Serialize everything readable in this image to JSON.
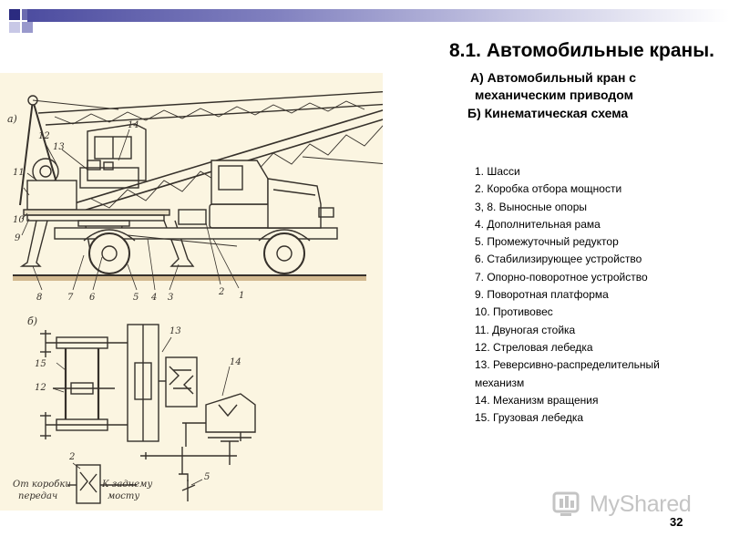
{
  "slide": {
    "title": "8.1. Автомобильные краны.",
    "subtitle_a_line1": "А) Автомобильный кран с",
    "subtitle_a_line2": "механическим приводом",
    "subtitle_b": "Б) Кинематическая схема",
    "page_number": "32"
  },
  "legend": [
    "1. Шасси",
    "2. Коробка отбора мощности",
    "3, 8. Выносные опоры",
    "4. Дополнительная рама",
    "5. Промежуточный редуктор",
    "6. Стабилизирующее устройство",
    "7. Опорно-поворотное устройство",
    "9. Поворотная платформа",
    "10. Противовес",
    "11. Двуногая стойка",
    "12. Стреловая лебедка",
    "13. Реверсивно-распределительный механизм",
    "14. Механизм вращения",
    "15. Грузовая лебедка"
  ],
  "drawing_a": {
    "label": "а)",
    "callouts": [
      "12",
      "13",
      "14",
      "11",
      "10",
      "9",
      "8",
      "7",
      "6",
      "5",
      "4",
      "3",
      "2",
      "1"
    ]
  },
  "drawing_b": {
    "label": "б)",
    "callouts": [
      "13",
      "14",
      "15",
      "12",
      "2",
      "5"
    ],
    "text_from_box_line1": "От коробки",
    "text_from_box_line2": "передач",
    "text_to_axle_line1": "К заднему",
    "text_to_axle_line2": "мосту"
  },
  "watermark": {
    "text": "MyShared",
    "icon": "myshared-logo-icon"
  },
  "colors": {
    "drawing_ink": "#36312b",
    "paper": "#fbf5e1",
    "ground": "#d2b98f",
    "accent_bar": "#4d4da0"
  }
}
